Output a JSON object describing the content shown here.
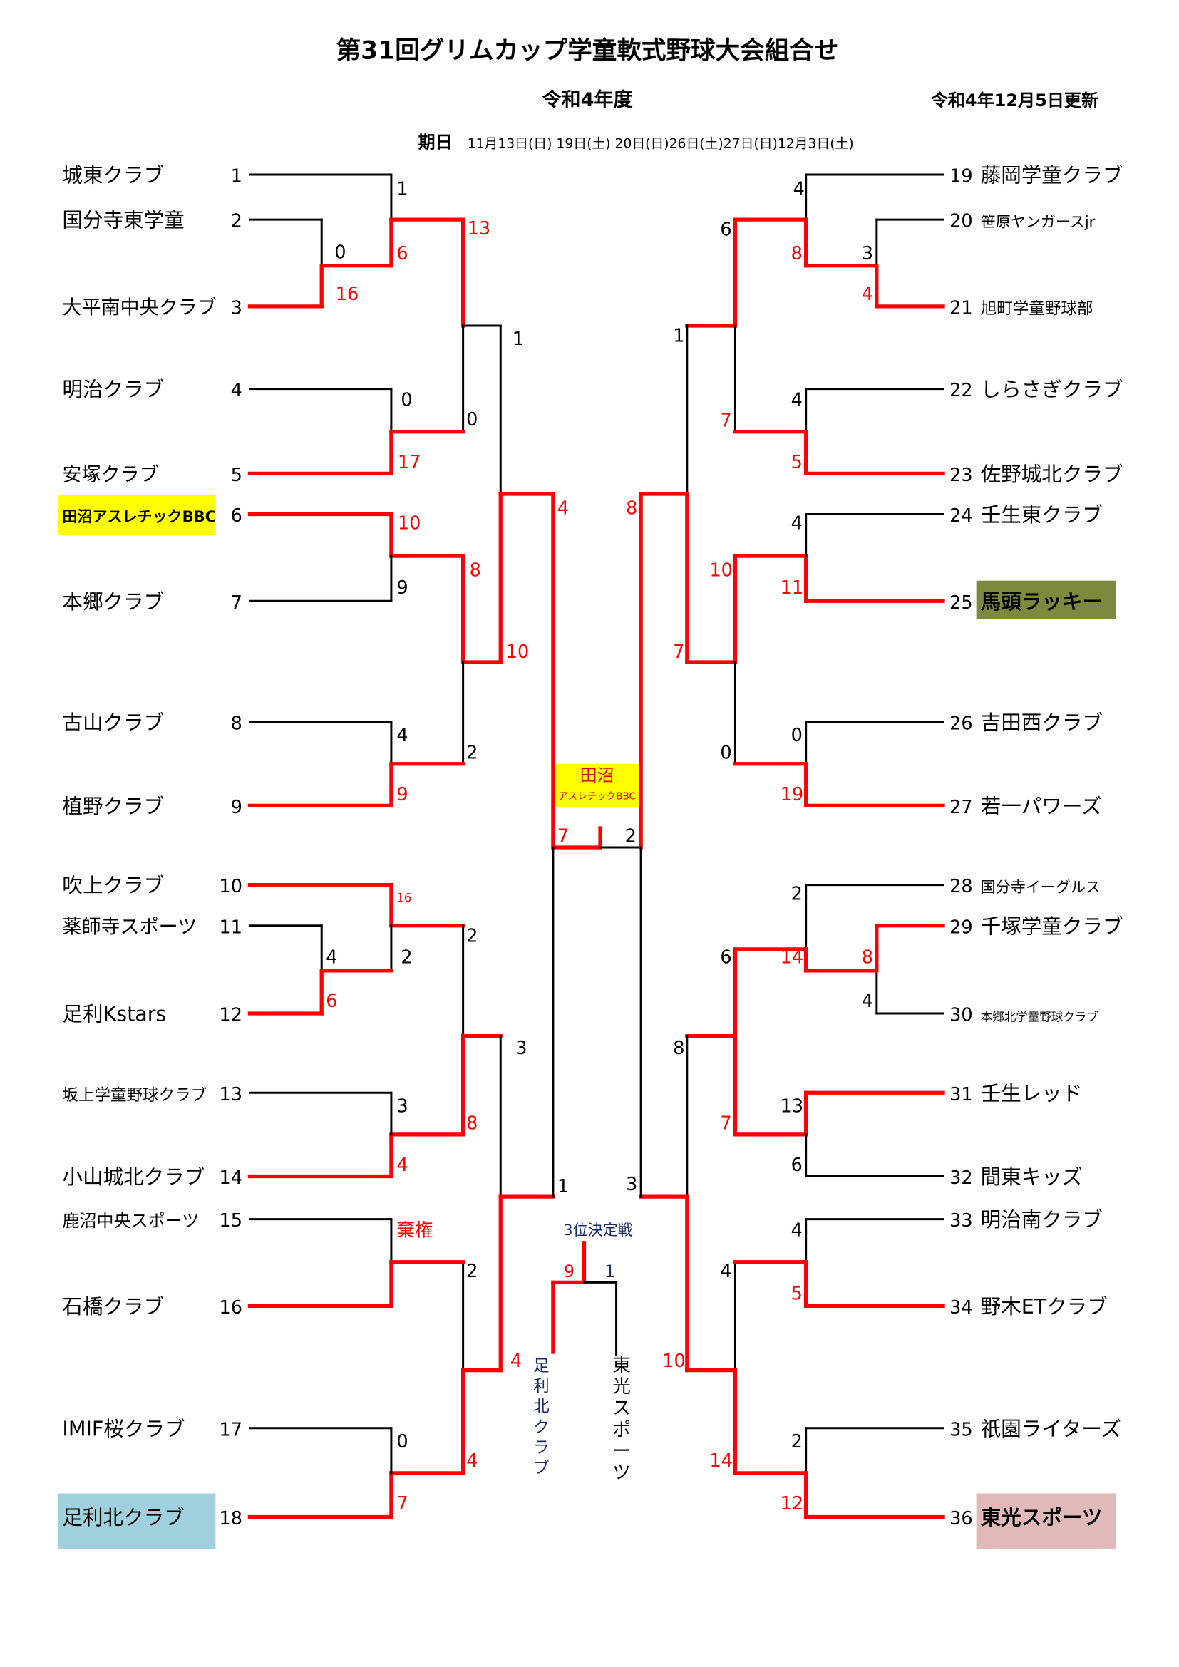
{
  "header": {
    "title": "第31回グリムカップ学童軟式野球大会組合せ",
    "season": "令和4年度",
    "updated": "令和4年12月5日更新",
    "dates_label": "期日",
    "dates": "11月13日(日) 19日(土) 20日(日)26日(土)27日(日)12月3日(土)"
  },
  "left_teams": [
    {
      "no": "1",
      "name": "城東クラブ"
    },
    {
      "no": "2",
      "name": "国分寺東学童"
    },
    {
      "no": "3",
      "name": "大平南中央クラブ"
    },
    {
      "no": "4",
      "name": "明治クラブ"
    },
    {
      "no": "5",
      "name": "安塚クラブ"
    },
    {
      "no": "6",
      "name": "田沼アスレチックBBC"
    },
    {
      "no": "7",
      "name": "本郷クラブ"
    },
    {
      "no": "8",
      "name": "古山クラブ"
    },
    {
      "no": "9",
      "name": "植野クラブ"
    },
    {
      "no": "10",
      "name": "吹上クラブ"
    },
    {
      "no": "11",
      "name": "薬師寺スポーツ"
    },
    {
      "no": "12",
      "name": "足利Kstars"
    },
    {
      "no": "13",
      "name": "坂上学童野球クラブ"
    },
    {
      "no": "14",
      "name": "小山城北クラブ"
    },
    {
      "no": "15",
      "name": "鹿沼中央スポーツ"
    },
    {
      "no": "16",
      "name": "石橋クラブ"
    },
    {
      "no": "17",
      "name": "IMIF桜クラブ"
    },
    {
      "no": "18",
      "name": "足利北クラブ"
    }
  ],
  "right_teams": [
    {
      "no": "19",
      "name": "藤岡学童クラブ"
    },
    {
      "no": "20",
      "name": "笹原ヤンガースjr"
    },
    {
      "no": "21",
      "name": "旭町学童野球部"
    },
    {
      "no": "22",
      "name": "しらさぎクラブ"
    },
    {
      "no": "23",
      "name": "佐野城北クラブ"
    },
    {
      "no": "24",
      "name": "壬生東クラブ"
    },
    {
      "no": "25",
      "name": "馬頭ラッキー"
    },
    {
      "no": "26",
      "name": "吉田西クラブ"
    },
    {
      "no": "27",
      "name": "若一パワーズ"
    },
    {
      "no": "28",
      "name": "国分寺イーグルス"
    },
    {
      "no": "29",
      "name": "千塚学童クラブ"
    },
    {
      "no": "30",
      "name": "本郷北学童野球クラブ"
    },
    {
      "no": "31",
      "name": "壬生レッド"
    },
    {
      "no": "32",
      "name": "間東キッズ"
    },
    {
      "no": "33",
      "name": "明治南クラブ"
    },
    {
      "no": "34",
      "name": "野木ETクラブ"
    },
    {
      "no": "35",
      "name": "祇園ライターズ"
    },
    {
      "no": "36",
      "name": "東光スポーツ"
    }
  ],
  "champion": {
    "name": "田沼",
    "sub": "アスレチックBBC"
  },
  "third_place": {
    "label": "3位決定戦",
    "left_score": "9",
    "right_score": "1",
    "left_team": "足利北クラブ",
    "right_team": "東光スポーツ"
  },
  "scores_left": [
    "0",
    "16",
    "1",
    "6",
    "0",
    "17",
    "13",
    "0",
    "1",
    "10",
    "9",
    "8",
    "4",
    "9",
    "2",
    "10",
    "4",
    "16",
    "2",
    "4",
    "6",
    "3",
    "4",
    "2",
    "8",
    "棄権",
    "2",
    "0",
    "7",
    "4",
    "3",
    "4",
    "1",
    "7"
  ],
  "scores_right": [
    "4",
    "6",
    "8",
    "3",
    "4",
    "1",
    "4",
    "7",
    "5",
    "4",
    "10",
    "11",
    "0",
    "0",
    "19",
    "7",
    "8",
    "2",
    "2",
    "6",
    "14",
    "8",
    "4",
    "8",
    "13",
    "7",
    "6",
    "3",
    "4",
    "4",
    "5",
    "10",
    "2",
    "14",
    "12"
  ],
  "colors": {
    "win": "#ff0000",
    "lose": "#000000",
    "champion_bg": "#ffff00",
    "bato_bg": "#7b8a3c",
    "ashikagakita_bg": "#9fd0dd",
    "toko_bg": "#e2b9b9",
    "third_label": "#1a2a6c"
  }
}
